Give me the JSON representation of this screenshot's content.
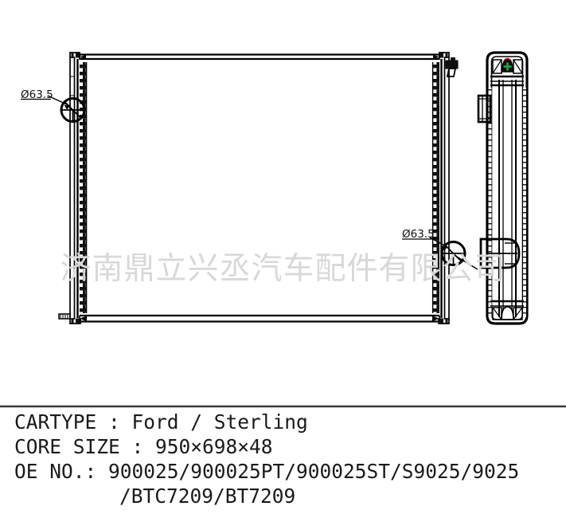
{
  "drawing": {
    "title_block": {
      "cartype_line": "CARTYPE : Ford / Sterling",
      "core_size_line": "CORE SIZE : 950×698×48",
      "oe_no_line": "OE NO.: 900025/900025PT/900025ST/S9025/9025",
      "oe_no_line_cont": "/BTC7209/BT7209"
    },
    "fields": {
      "cartype_label": "CARTYPE",
      "cartype_value": "Ford / Sterling",
      "core_size_label": "CORE SIZE",
      "core_size_value": "950×698×48",
      "core_width_mm": 950,
      "core_height_mm": 698,
      "core_thickness_mm": 48,
      "oe_label": "OE NO.",
      "oe_numbers": [
        "900025",
        "900025PT",
        "900025ST",
        "S9025",
        "9025",
        "BTC7209",
        "BT7209"
      ]
    },
    "dimension_callouts": [
      {
        "id": "inlet-upper-left",
        "label": "Ø63.5",
        "diameter_mm": 63.5,
        "position": "upper-left"
      },
      {
        "id": "outlet-lower-right",
        "label": "Ø63.5",
        "diameter_mm": 63.5,
        "position": "lower-right"
      }
    ],
    "watermark": {
      "text": "济南鼎立兴丞汽车配件有限公司",
      "color": "#d8d8d8"
    },
    "views": [
      {
        "id": "front-view",
        "name": "front-elevation"
      },
      {
        "id": "side-view",
        "name": "side-section"
      }
    ],
    "colors": {
      "line": "#000000",
      "background": "#ffffff",
      "accent_green": "#1faa3c",
      "accent_red": "#b02020",
      "title_divider": "#3a3a3a"
    }
  }
}
